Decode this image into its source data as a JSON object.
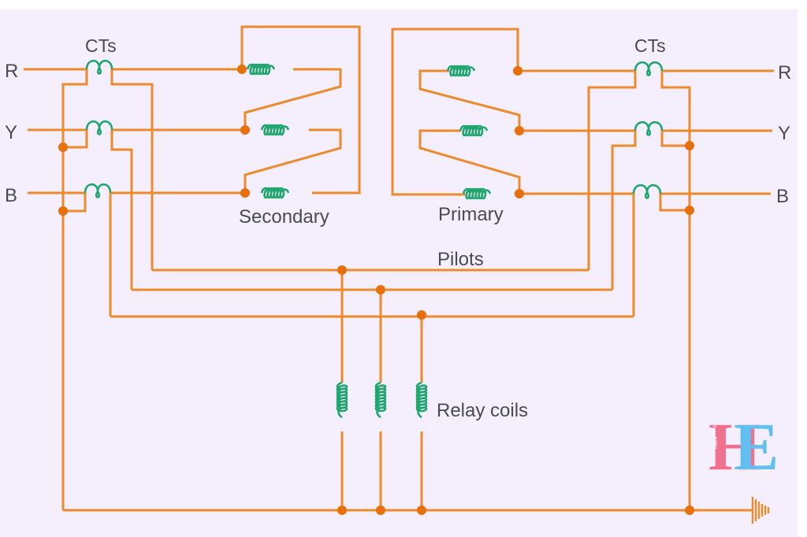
{
  "diagram": {
    "title": "Merz-Price protection of a three-phase transformer",
    "phases": [
      "R",
      "Y",
      "B"
    ],
    "labels": {
      "cts_left": "CTs",
      "cts_right": "CTs",
      "secondary": "Secondary",
      "primary": "Primary",
      "pilots": "Pilots",
      "relay_coils": "Relay coils"
    },
    "phase_labels_left": [
      "R",
      "Y",
      "B"
    ],
    "phase_labels_right": [
      "R",
      "Y",
      "B"
    ],
    "components": {
      "current_transformers_per_side": 3,
      "secondary_windings": 3,
      "primary_windings": 3,
      "pilot_wires": 3,
      "relay_coils": 3,
      "ground": "earth-symbol"
    },
    "logo": {
      "letters": [
        "H",
        "E"
      ],
      "small_text": [
        "Hustle",
        "Engineering"
      ]
    },
    "colors": {
      "wire": "#ec8a2c",
      "junction": "#e8700c",
      "coil": "#1fa66f",
      "text": "#4a4a52",
      "background": "#f5effd",
      "logo_h": "#f0708e",
      "logo_e": "#63bff0"
    }
  }
}
